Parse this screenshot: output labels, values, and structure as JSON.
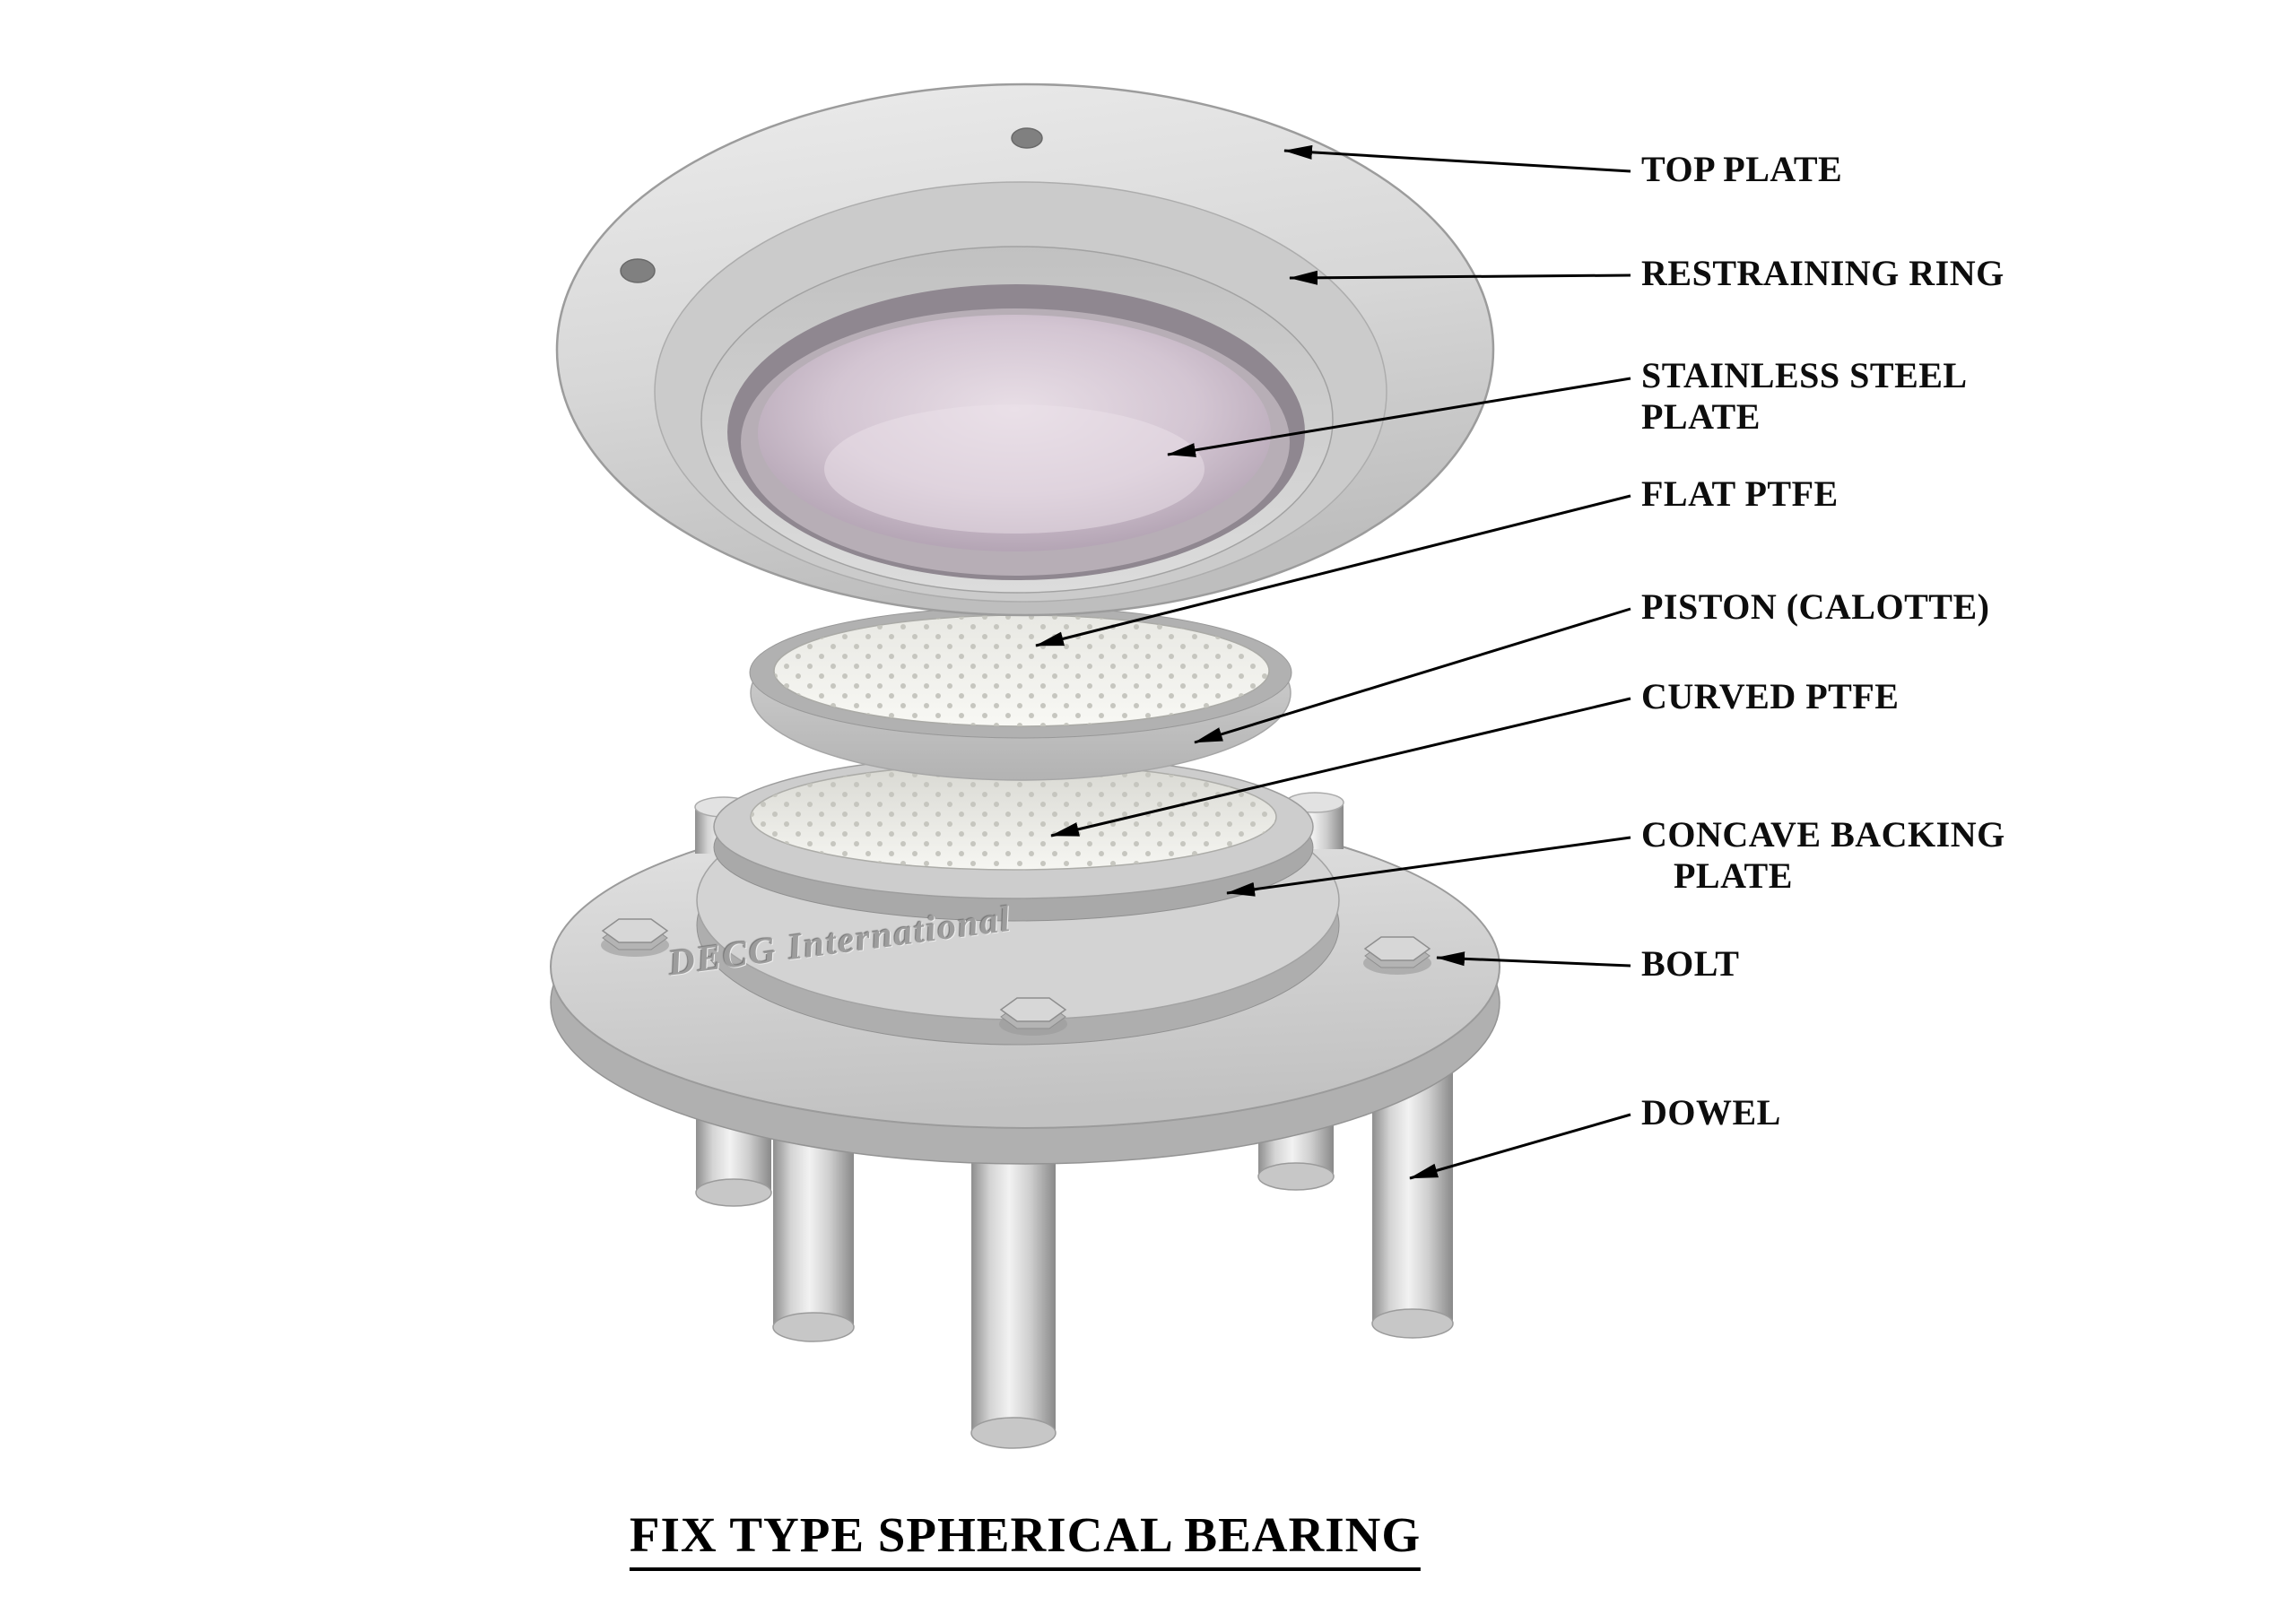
{
  "diagram": {
    "title": "FIX TYPE SPHERICAL BEARING",
    "watermark": "DECG International",
    "labels": [
      {
        "id": "top-plate",
        "line1": "TOP PLATE",
        "line2": ""
      },
      {
        "id": "restraining-ring",
        "line1": "RESTRAINING RING",
        "line2": ""
      },
      {
        "id": "stainless-steel-plate",
        "line1": "STAINLESS STEEL",
        "line2": "PLATE"
      },
      {
        "id": "flat-ptfe",
        "line1": "FLAT PTFE",
        "line2": ""
      },
      {
        "id": "piston-calotte",
        "line1": "PISTON (CALOTTE)",
        "line2": ""
      },
      {
        "id": "curved-ptfe",
        "line1": "CURVED PTFE",
        "line2": ""
      },
      {
        "id": "concave-backing-plate",
        "line1": "CONCAVE BACKING",
        "line2": "PLATE"
      },
      {
        "id": "bolt",
        "line1": "BOLT",
        "line2": ""
      },
      {
        "id": "dowel",
        "line1": "DOWEL",
        "line2": ""
      }
    ],
    "colors": {
      "metal_light": "#ebebeb",
      "metal_mid": "#c9c9c9",
      "metal_dark": "#9a9a9a",
      "stainless_pink": "#d3c5d2",
      "ptfe_white": "#f5f5f1",
      "line": "#000000",
      "background": "#ffffff"
    }
  }
}
